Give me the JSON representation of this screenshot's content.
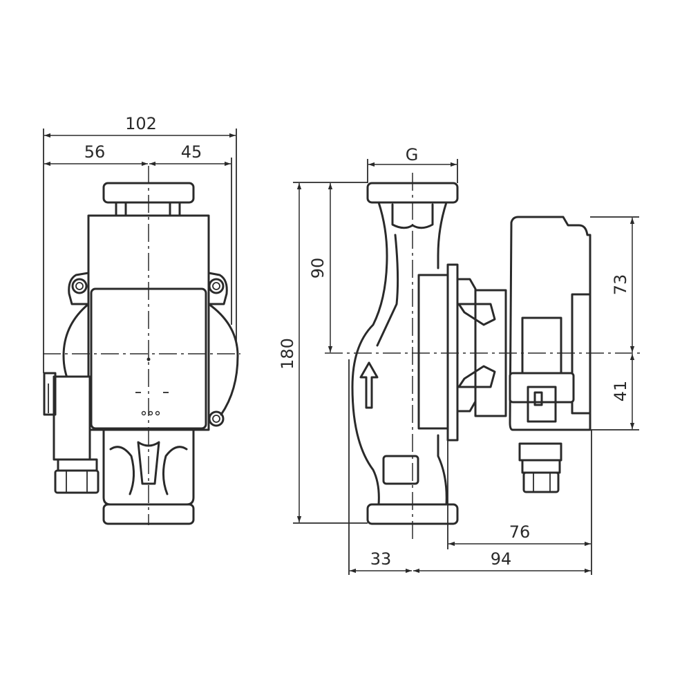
{
  "dimensions": {
    "overall_width": "102",
    "left_width": "56",
    "right_width": "45",
    "connection_thread": "G",
    "upper_height": "90",
    "total_height": "180",
    "head_upper": "73",
    "head_lower": "41",
    "head_depth": "76",
    "body_depth": "94",
    "inlet_offset": "33"
  },
  "colors": {
    "line": "#2a2a2a",
    "background": "#ffffff"
  }
}
